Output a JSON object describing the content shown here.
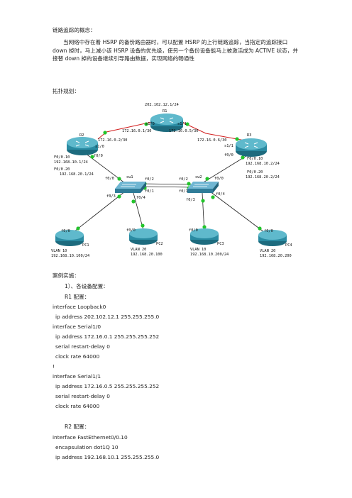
{
  "heading": "链路追踪的概念：",
  "intro": "当网络中存在着 HSRP 的备份路由器时，可以配置 HSRP 的上行链路追踪，当指定的追踪接口 down 掉时，马上减小该 HSRP 设备的优先级，使另一个备份设备能马上被激活成为 ACTIVE 状态，并接替 down 掉的设备继续引导路由数据，实现网络的畅通性",
  "topo_title": "拓扑规划：",
  "topology": {
    "r1": {
      "name": "R1",
      "ip": "202.102.12.1/24",
      "s10": "s1/0",
      "s11": "s1/1",
      "s10_ip": "172.16.0.1/30",
      "s11_ip": "172.16.0.5/30"
    },
    "r2": {
      "name": "R2",
      "s10": "s1/0",
      "s10_ip": "172.16.0.2/30",
      "f0": "f0/0",
      "f010": "F0/0.10",
      "f010_ip": "192.168.10.1/24",
      "f020": "F0/0.20",
      "f020_ip": "192.168.20.1/24"
    },
    "r3": {
      "name": "R3",
      "s11": "s1/1",
      "s11_ip": "172.16.0.6/30",
      "f0": "f0/0",
      "f010": "F0/0.10",
      "f010_ip": "192.168.10.2/24",
      "f020": "F0/0.20",
      "f020_ip": "192.168.20.2/24"
    },
    "sw1": {
      "name": "sw1",
      "p00": "f0/0",
      "p02": "f0/2",
      "p01": "f0/1",
      "p03": "f0/3",
      "p04": "f0/4"
    },
    "sw2": {
      "name": "sw2",
      "p00": "f0/0",
      "p02": "f0/2",
      "p01": "f0/1",
      "p03": "f0/3",
      "p04": "f0/4"
    },
    "pc1": {
      "name": "PC1",
      "port": "f0/0",
      "vlan": "VLAN 10",
      "ip": "192.168.10.100/24"
    },
    "pc2": {
      "name": "PC2",
      "port": "f0/0",
      "vlan": "VLAN 20",
      "ip": "192.168.20.100"
    },
    "pc3": {
      "name": "PC3",
      "port": "f0/0",
      "vlan": "VLAN 10",
      "ip": "192.168.10.200/24"
    },
    "pc4": {
      "name": "PC4",
      "port": "f0/0",
      "vlan": "VLAN 20",
      "ip": "192.168.20.200"
    }
  },
  "case_title": "案例实施：",
  "step1": "1）、各设备配置：",
  "r1_config_title": "R1 配置：",
  "r1_config": [
    "interface Loopback0",
    " ip address 202.102.12.1 255.255.255.0",
    "interface Serial1/0",
    " ip address 172.16.0.1 255.255.255.252",
    " serial restart-delay 0",
    " clock rate 64000",
    "!",
    "interface Serial1/1",
    " ip address 172.16.0.5 255.255.255.252",
    " serial restart-delay 0",
    " clock rate 64000"
  ],
  "r2_config_title": "R2 配置：",
  "r2_config": [
    "interface FastEthernet0/0.10",
    " encapsulation dot1Q 10",
    " ip address 192.168.10.1 255.255.255.0"
  ]
}
